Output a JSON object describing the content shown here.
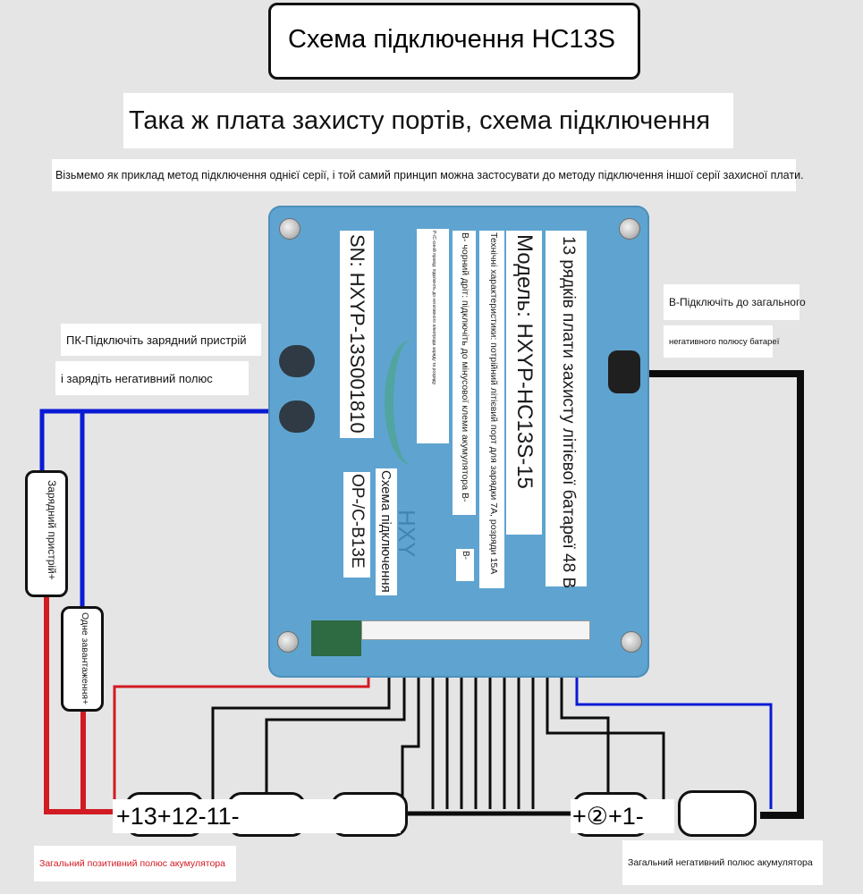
{
  "title": "Схема підключення HC13S",
  "subtitle": "Така ж плата захисту портів, схема підключення",
  "intro": "Візьмемо як приклад метод підключення однієї серії, і той самий принцип можна застосувати до методу підключення іншої серії захисної плати.",
  "board": {
    "capacity_label": "13 рядків плати захисту літієвої батареї 48 В",
    "model_label": "Модель: HXYP-HC13S-15",
    "specs_label": "Технічні характеристики: потрійний літієвий порт для зарядки 7А, розряди 15А",
    "b_minus_note": "В- чорний дріт: підключіть до мінусової клеми акумулятора В-",
    "pc_minus_note": "P-/C-синій провід: підключіть до негативного електрода заряду та розряду",
    "serial_label": "SN: HXYP-13S001810",
    "version_label": "OP-/C-B13E",
    "diagram_label": "Схема підключення",
    "b_minus_pad": "B-",
    "brand_watermark": "HXY"
  },
  "labels": {
    "pc_line1": "ПК-Підключіть зарядний пристрій",
    "pc_line2": "і зарядіть негативний полюс",
    "b_line1": "В-Підключіть до загального",
    "b_line2": "негативного полюсу батареї",
    "charger_plus": "Зарядний пристрій+",
    "load_plus": "Одне завантаження+",
    "total_positive": "Загальний позитивний полюс акумулятора",
    "total_negative": "Загальний негативний полюс акумулятора"
  },
  "terminals": {
    "left_group": "+13+12-11-",
    "right_group_prefix": "+",
    "right_group_circled": "②",
    "right_group_suffix": "+1-"
  },
  "colors": {
    "board_blue": "#5fa4d0",
    "wire_blue": "#0a1bd6",
    "wire_red": "#d21a22",
    "wire_black": "#0c0c0c",
    "positive_label": "#d21a22"
  }
}
